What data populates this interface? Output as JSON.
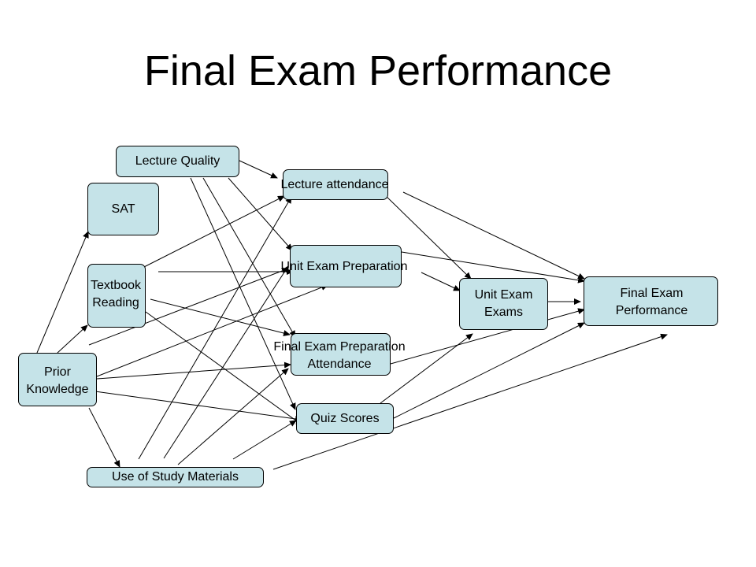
{
  "title": "Final Exam Performance",
  "colors": {
    "node_fill": "#c5e3e8",
    "line": "#000000",
    "background": "#ffffff"
  },
  "nodes": {
    "lecture_quality": "Lecture Quality",
    "sat": "SAT",
    "lecture_attendance": "Lecture attendance",
    "unit_exam_preparation": "Unit Exam Preparation",
    "textbook_reading": "Textbook\nReading",
    "unit_exam_exams": "Unit Exam\nExams",
    "final_exam_performance": "Final Exam\nPerformance",
    "final_exam_preparation_attendance": "Final Exam Preparation\nAttendance",
    "prior_knowledge": "Prior\nKnowledge",
    "quiz_scores": "Quiz Scores",
    "use_of_study_materials": "Use of Study Materials"
  },
  "edges": [
    [
      "lecture_quality",
      "lecture_attendance"
    ],
    [
      "lecture_quality",
      "unit_exam_preparation"
    ],
    [
      "lecture_quality",
      "final_exam_preparation_attendance"
    ],
    [
      "lecture_quality",
      "quiz_scores"
    ],
    [
      "lecture_attendance",
      "unit_exam_exams"
    ],
    [
      "lecture_attendance",
      "final_exam_performance"
    ],
    [
      "unit_exam_preparation",
      "unit_exam_exams"
    ],
    [
      "unit_exam_preparation",
      "final_exam_performance"
    ],
    [
      "unit_exam_exams",
      "final_exam_performance"
    ],
    [
      "final_exam_preparation_attendance",
      "final_exam_performance"
    ],
    [
      "quiz_scores",
      "unit_exam_exams"
    ],
    [
      "quiz_scores",
      "final_exam_performance"
    ],
    [
      "use_of_study_materials",
      "final_exam_performance"
    ],
    [
      "textbook_reading",
      "lecture_attendance"
    ],
    [
      "textbook_reading",
      "unit_exam_preparation"
    ],
    [
      "textbook_reading",
      "final_exam_preparation_attendance"
    ],
    [
      "textbook_reading",
      "quiz_scores"
    ],
    [
      "prior_knowledge",
      "sat"
    ],
    [
      "prior_knowledge",
      "textbook_reading"
    ],
    [
      "prior_knowledge",
      "unit_exam_preparation"
    ],
    [
      "prior_knowledge",
      "final_exam_preparation_attendance"
    ],
    [
      "prior_knowledge",
      "quiz_scores"
    ],
    [
      "prior_knowledge",
      "use_of_study_materials"
    ],
    [
      "use_of_study_materials",
      "lecture_attendance"
    ],
    [
      "use_of_study_materials",
      "unit_exam_preparation"
    ],
    [
      "use_of_study_materials",
      "final_exam_preparation_attendance"
    ],
    [
      "use_of_study_materials",
      "quiz_scores"
    ]
  ]
}
